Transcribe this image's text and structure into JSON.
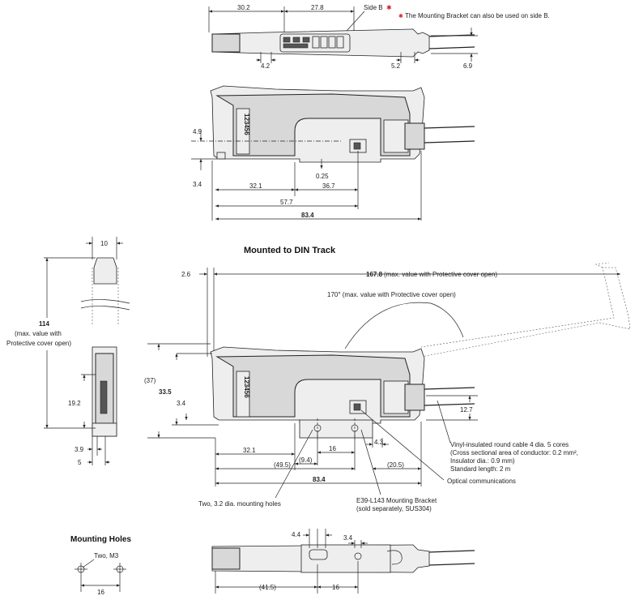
{
  "top_view": {
    "dim_30_2": "30.2",
    "dim_27_8": "27.8",
    "side_b": "Side B",
    "note_mark": "✱",
    "note": "The Mounting Bracket can also be used on side B.",
    "dim_4_2": "4.2",
    "dim_5_2": "5.2",
    "dim_6_9": "6.9"
  },
  "front_view": {
    "dim_4_9": "4.9",
    "dim_3_4": "3.4",
    "dim_0_25": "0.25",
    "dim_32_1": "32.1",
    "dim_36_7": "36.7",
    "dim_57_7": "57.7",
    "dim_83_4": "83.4",
    "terminal_numbers": "123456"
  },
  "din_section": {
    "title": "Mounted to DIN Track",
    "dim_10": "10",
    "dim_114": "114",
    "note_114_line1": "(max. value with",
    "note_114_line2": "Protective cover open)",
    "dim_19_2": "19.2",
    "dim_3_9": "3.9",
    "dim_5": "5",
    "dim_2_6": "2.6",
    "dim_167_8": "167.8",
    "note_167_8": "(max. value with Protective cover open)",
    "angle_170": "170° (max. value with Protective cover open)",
    "dim_37": "(37)",
    "dim_33_5": "33.5",
    "dim_3_4": "3.4",
    "dim_12_7": "12.7",
    "dim_32_1": "32.1",
    "dim_16": "16",
    "dim_4_3": "4.3",
    "dim_9_4": "(9.4)",
    "dim_49_5": "(49.5)",
    "dim_20_5": "(20.5)",
    "dim_83_4": "83.4",
    "cable_line1": "Vinyl-insulated round cable 4 dia. 5 cores",
    "cable_line2": "(Cross sectional area of conductor: 0.2 mm²,",
    "cable_line3": "Insulator dia.: 0.9 mm)",
    "cable_line4": "Standard length: 2 m",
    "optical": "Optical communications",
    "holes_callout": "Two, 3.2 dia. mounting holes",
    "bracket_line1": "E39-L143 Mounting Bracket",
    "bracket_line2": "(sold separately, SUS304)",
    "terminal_numbers": "123456"
  },
  "mounting_holes": {
    "title": "Mounting Holes",
    "two_m3": "Two, M3",
    "dim_16": "16"
  },
  "bottom_view": {
    "dim_4_4": "4.4",
    "dim_3_4": "3.4",
    "dim_41_5": "(41.5)",
    "dim_16": "16"
  }
}
